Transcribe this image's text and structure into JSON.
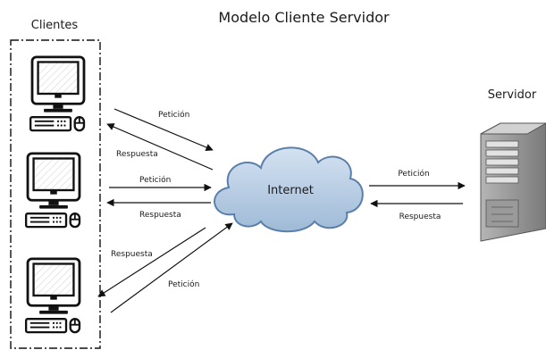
{
  "title": "Modelo Cliente Servidor",
  "clients_label": "Clientes",
  "server_label": "Servidor",
  "internet_label": "Internet",
  "arrows": {
    "c1_request": "Petición",
    "c1_response": "Respuesta",
    "c2_request": "Petición",
    "c2_response": "Respuesta",
    "c3_response": "Respuesta",
    "c3_request": "Petición",
    "server_request": "Petición",
    "server_response": "Respuesta"
  },
  "colors": {
    "cloud_fill": "#b7cde4",
    "cloud_stroke": "#5a7fa8",
    "arrow": "#111111",
    "server_body": "#8c8c8c"
  },
  "icons": [
    "desktop-computer-icon",
    "server-tower-icon",
    "cloud-icon"
  ]
}
